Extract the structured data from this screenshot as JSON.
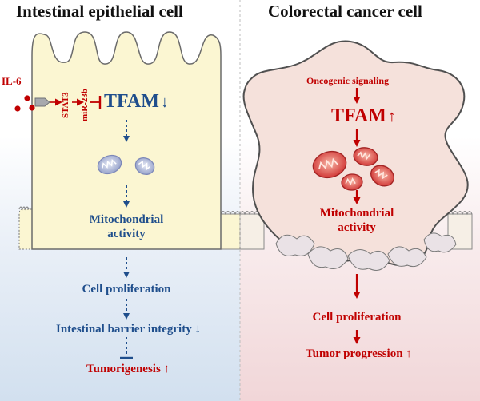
{
  "titles": {
    "left": "Intestinal epithelial cell",
    "right": "Colorectal cancer cell"
  },
  "left": {
    "il6": "IL-6",
    "stat3": "STAT3",
    "mir": "miR-23b",
    "tfam": "TFAM",
    "tfam_arrow": "↓",
    "mito_line1": "Mitochondrial",
    "mito_line2": "activity",
    "prolif": "Cell proliferation",
    "barrier": "Intestinal barrier integrity",
    "barrier_arrow": "↓",
    "tumor": "Tumorigenesis",
    "tumor_arrow": "↑"
  },
  "right": {
    "onco": "Oncogenic signaling",
    "tfam": "TFAM",
    "tfam_arrow": "↑",
    "mito_line1": "Mitochondrial",
    "mito_line2": "activity",
    "prolif": "Cell proliferation",
    "progression": "Tumor progression",
    "progression_arrow": "↑"
  },
  "colors": {
    "normal": "#1f4e8c",
    "cancer": "#c00000",
    "normal_cell_fill": "#fbf6d2",
    "cancer_cell_fill": "#f5e1db"
  }
}
